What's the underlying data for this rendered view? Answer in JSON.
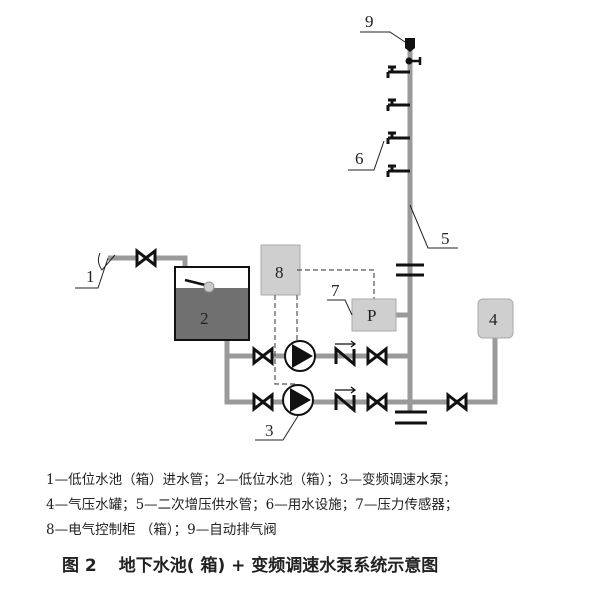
{
  "diagram": {
    "labels": {
      "n1": "1",
      "n2": "2",
      "n3": "3",
      "n4": "4",
      "n5": "5",
      "n6": "6",
      "n7": "7",
      "n8": "8",
      "n9": "9",
      "sensor": "P"
    },
    "colors": {
      "pipe": "#9a9a9a",
      "water": "#707070",
      "box": "#cfcfcf",
      "line": "#111111"
    }
  },
  "legend": {
    "line1": "1—低位水池（箱）进水管；2—低位水池（箱）；3—变频调速水泵；",
    "line2": "4—气压水罐；5—二次增压供水管；6—用水设施；7—压力传感器；",
    "line3": "8—电气控制柜 （箱）；9—自动排气阀"
  },
  "caption": {
    "fig": "图 2",
    "title": "地下水池( 箱) + 变频调速水泵系统示意图"
  }
}
